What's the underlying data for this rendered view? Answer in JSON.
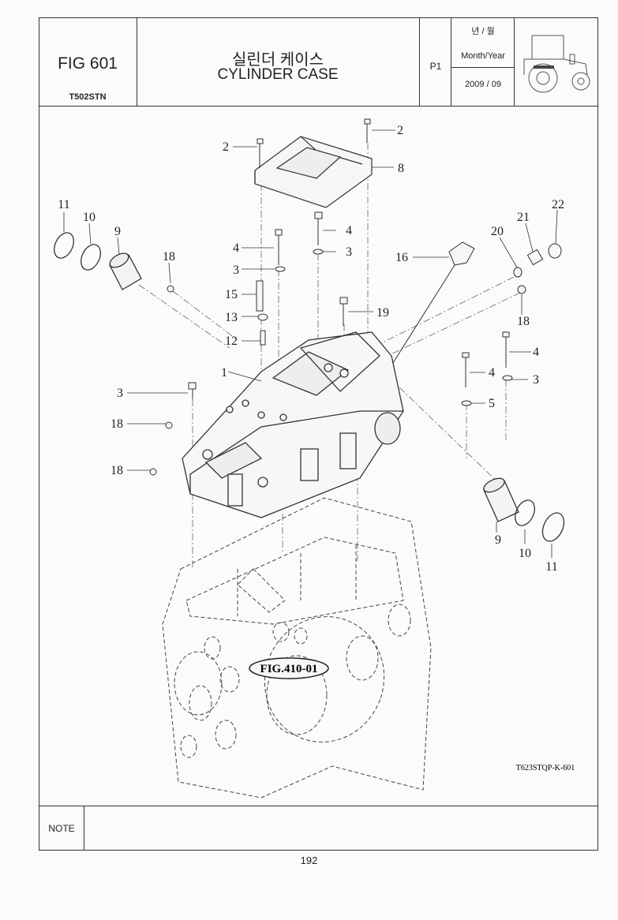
{
  "header": {
    "fig_number": "FIG 601",
    "model": "T502STN",
    "title_ko": "실린더 케이스",
    "title_en": "CYLINDER CASE",
    "page": "P1",
    "date_label_ko": "년 / 월",
    "date_label_en": "Month/Year",
    "date_value": "2009 / 09"
  },
  "diagram": {
    "callouts": [
      "2",
      "2",
      "8",
      "11",
      "10",
      "9",
      "18",
      "4",
      "3",
      "4",
      "3",
      "16",
      "20",
      "21",
      "22",
      "15",
      "13",
      "12",
      "18",
      "19",
      "1",
      "4",
      "4",
      "3",
      "5",
      "3",
      "18",
      "18",
      "9",
      "10",
      "11"
    ],
    "reference_label": "FIG.410-01",
    "drawing_code": "T623STQP-K-601"
  },
  "note": {
    "label": "NOTE",
    "text": ""
  },
  "page_number": "192"
}
